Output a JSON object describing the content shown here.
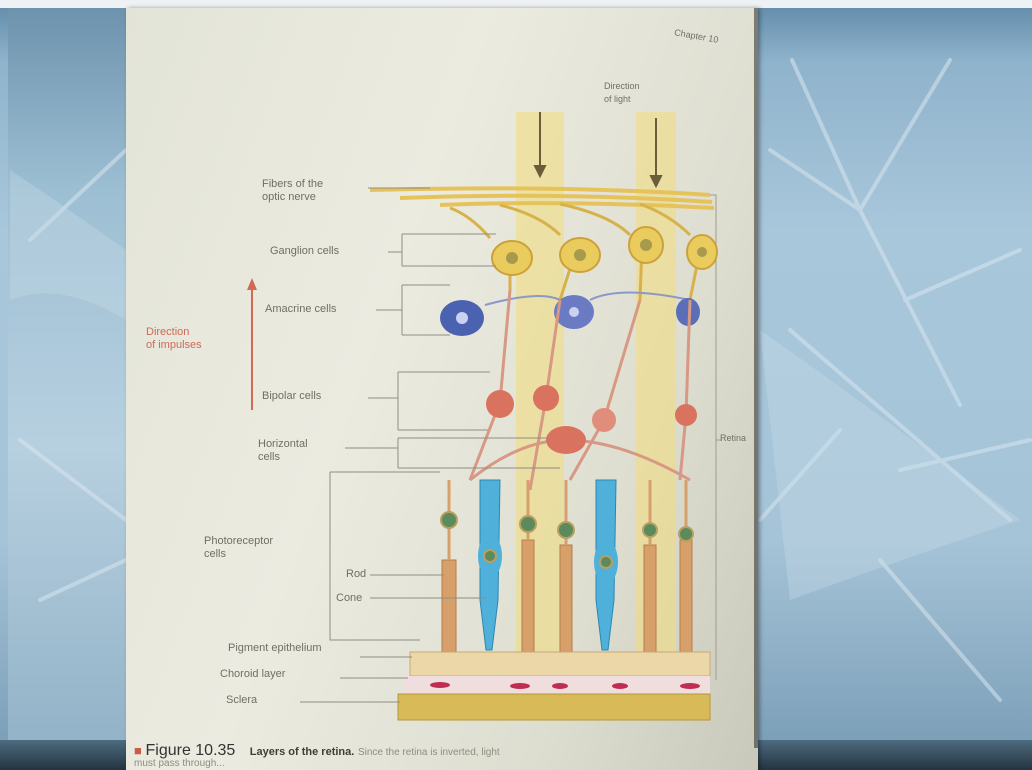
{
  "figure": {
    "header_text": "Chapter 10",
    "direction_of_light": "Direction\nof light",
    "direction_of_impulses": "Direction\nof impulses",
    "labels": {
      "fibers": "Fibers of the\noptic nerve",
      "ganglion": "Ganglion cells",
      "amacrine": "Amacrine cells",
      "bipolar": "Bipolar cells",
      "horizontal": "Horizontal\ncells",
      "photoreceptor": "Photoreceptor\ncells",
      "rod": "Rod",
      "cone": "Cone",
      "pigment": "Pigment epithelium",
      "choroid": "Choroid layer",
      "sclera": "Sclera",
      "retina": "Retina"
    },
    "caption": {
      "figure_number": "Figure 10.35",
      "title": "Layers of the retina.",
      "text_line1": "Since the retina is inverted, light",
      "text_line2": "must pass through..."
    }
  },
  "colors": {
    "light_beam": "#f2dd7a",
    "ganglion": "#e6c35a",
    "amacrine": "#4b62b0",
    "bipolar": "#d9725e",
    "rod": "#d7a06a",
    "cone": "#4fb0d9",
    "label_text": "#6f6f66",
    "accent_red": "#cf6a55"
  }
}
